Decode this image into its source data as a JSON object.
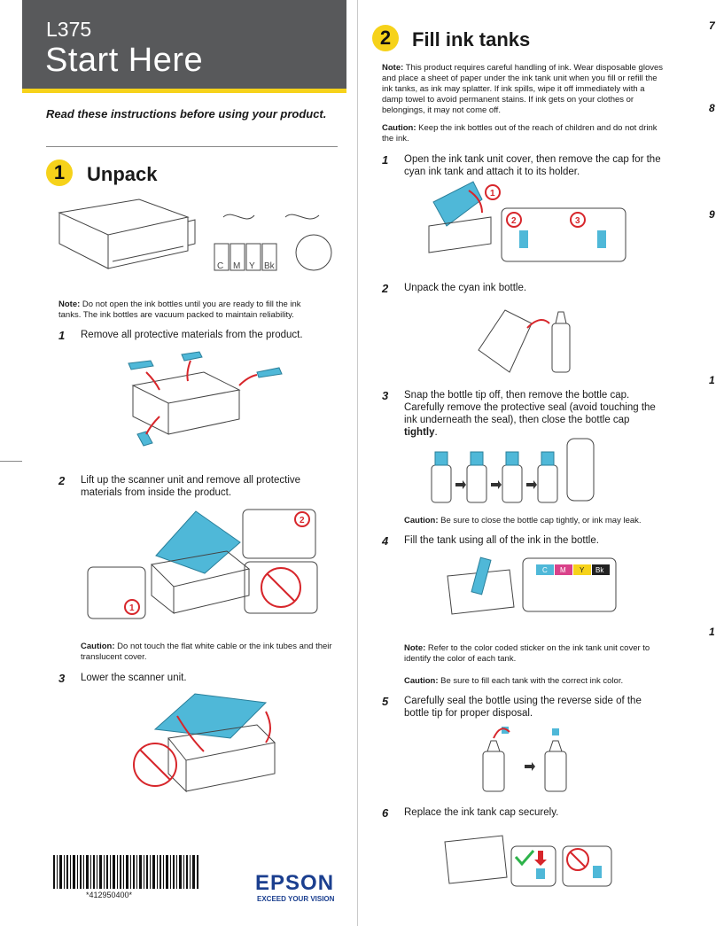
{
  "header": {
    "model": "L375",
    "title": "Start Here"
  },
  "intro": "Read these instructions before using your product.",
  "section1": {
    "number": "1",
    "title": "Unpack",
    "bottle_labels": [
      "C",
      "M",
      "Y",
      "Bk"
    ],
    "note_label": "Note:",
    "note": " Do not open the ink bottles until you are ready to fill the ink tanks. The ink bottles are vacuum packed to maintain reliability.",
    "steps": [
      {
        "num": "1",
        "text": "Remove all protective materials from the product."
      },
      {
        "num": "2",
        "text": "Lift up the scanner unit and remove all protective materials from inside the product."
      },
      {
        "num": "3",
        "text": "Lower the scanner unit."
      }
    ],
    "caution_label": "Caution:",
    "caution": " Do not touch the flat white cable or the ink tubes and their translucent cover.",
    "callouts": [
      "1",
      "2"
    ]
  },
  "section2": {
    "number": "2",
    "title": "Fill ink tanks",
    "note_label": "Note:",
    "note": " This product requires careful handling of ink. Wear disposable gloves and place a sheet of paper under the ink tank unit when you fill or refill the ink tanks, as ink may splatter. If ink spills, wipe it off immediately with a damp towel to avoid permanent stains. If ink gets on your clothes or belongings, it may not come off.",
    "caution1_label": "Caution:",
    "caution1": " Keep the ink bottles out of the reach of children and do not drink the ink.",
    "steps": [
      {
        "num": "1",
        "text": "Open the ink tank unit cover, then remove the cap for the cyan ink tank and attach it to its holder."
      },
      {
        "num": "2",
        "text": "Unpack the cyan ink bottle."
      },
      {
        "num": "3",
        "text_a": "Snap the bottle tip off, then remove the bottle cap. Carefully remove the protective seal (avoid touching the ink underneath the seal), then close the bottle cap ",
        "text_b": "tightly",
        "text_c": "."
      },
      {
        "num": "4",
        "text": "Fill the tank using all of the ink in the bottle."
      },
      {
        "num": "5",
        "text": "Carefully seal the bottle using the reverse side of the bottle tip for proper disposal."
      },
      {
        "num": "6",
        "text": "Replace the ink tank cap securely."
      }
    ],
    "caution2_label": "Caution:",
    "caution2": " Be sure to close the bottle cap tightly, or ink may leak.",
    "note2_label": "Note:",
    "note2": " Refer to the color coded sticker on the ink tank unit cover to identify the color of each tank.",
    "caution3_label": "Caution:",
    "caution3": " Be sure to fill each tank with the correct ink color.",
    "sticker_labels": [
      "C",
      "M",
      "Y",
      "Bk"
    ],
    "callouts": [
      "1",
      "2",
      "3"
    ]
  },
  "footer": {
    "barcode_number": "*412950400*",
    "brand": "EPSON",
    "tagline": "EXCEED YOUR VISION"
  },
  "margin_marks": [
    "7",
    "8",
    "9",
    "1",
    "1"
  ],
  "colors": {
    "header": "#58595b",
    "accent": "#f6d21a",
    "cyan": "#4fb8d8",
    "red": "#d7262b",
    "brand": "#1b3f8f"
  }
}
